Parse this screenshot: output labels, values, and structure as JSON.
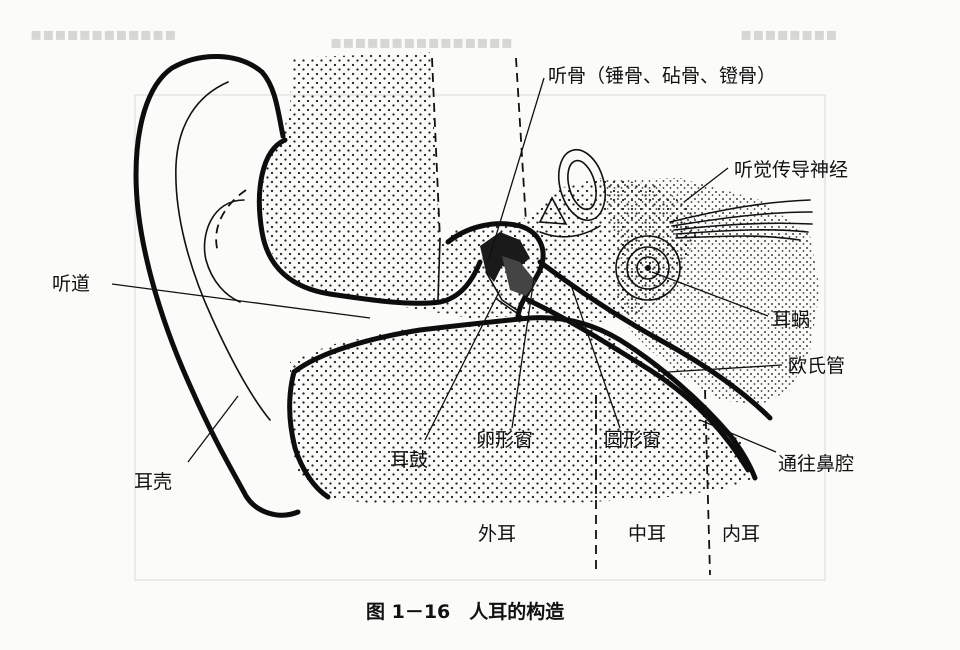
{
  "labels": {
    "ossicles": "听骨（锤骨、砧骨、镫骨）",
    "auditory_nerve": "听觉传导神经",
    "ear_canal": "听道",
    "cochlea": "耳蜗",
    "eustachian_tube": "欧氏管",
    "eardrum": "耳鼓",
    "oval_window": "卵形窗",
    "round_window": "圆形窗",
    "to_nasal_cavity": "通往鼻腔",
    "auricle": "耳壳"
  },
  "zones": {
    "outer_ear": "外耳",
    "middle_ear": "中耳",
    "inner_ear": "内耳"
  },
  "caption": "图 1－16　人耳的构造",
  "colors": {
    "ink": "#111111",
    "paper": "#fbfbf9",
    "bleed_through": "#b9b9b9"
  }
}
